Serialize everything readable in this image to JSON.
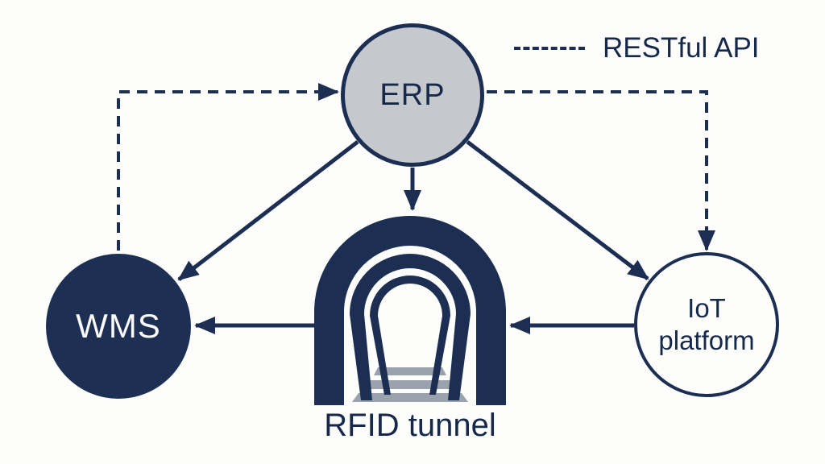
{
  "diagram": {
    "type": "system-architecture",
    "legend": {
      "label": "RESTful API",
      "line_style": "dashed"
    },
    "nodes": {
      "erp": {
        "label": "ERP",
        "shape": "circle",
        "fill": "#c5c8cd"
      },
      "wms": {
        "label": "WMS",
        "shape": "circle",
        "fill": "#1d3054"
      },
      "iot": {
        "label_line1": "IoT",
        "label_line2": "platform",
        "shape": "circle",
        "fill": "#fdfdfb"
      },
      "rfid_tunnel": {
        "label": "RFID tunnel",
        "shape": "tunnel-icon"
      }
    },
    "edges": [
      {
        "from": "WMS",
        "to": "ERP",
        "style": "dashed",
        "legend": "RESTful API"
      },
      {
        "from": "ERP",
        "to": "IoT platform",
        "style": "dashed",
        "legend": "RESTful API"
      },
      {
        "from": "ERP",
        "to": "WMS",
        "style": "solid"
      },
      {
        "from": "ERP",
        "to": "RFID tunnel",
        "style": "solid"
      },
      {
        "from": "ERP",
        "to": "IoT platform",
        "style": "solid"
      },
      {
        "from": "RFID tunnel",
        "to": "WMS",
        "style": "solid"
      },
      {
        "from": "IoT platform",
        "to": "RFID tunnel",
        "style": "solid"
      }
    ],
    "colors": {
      "navy": "#1c2f53",
      "node_gray_fill": "#c5c8cd",
      "background": "#fdfdfb",
      "step_gray": "#9aa2ab",
      "text_navy": "#16294a",
      "text_white": "#fafafa"
    }
  }
}
